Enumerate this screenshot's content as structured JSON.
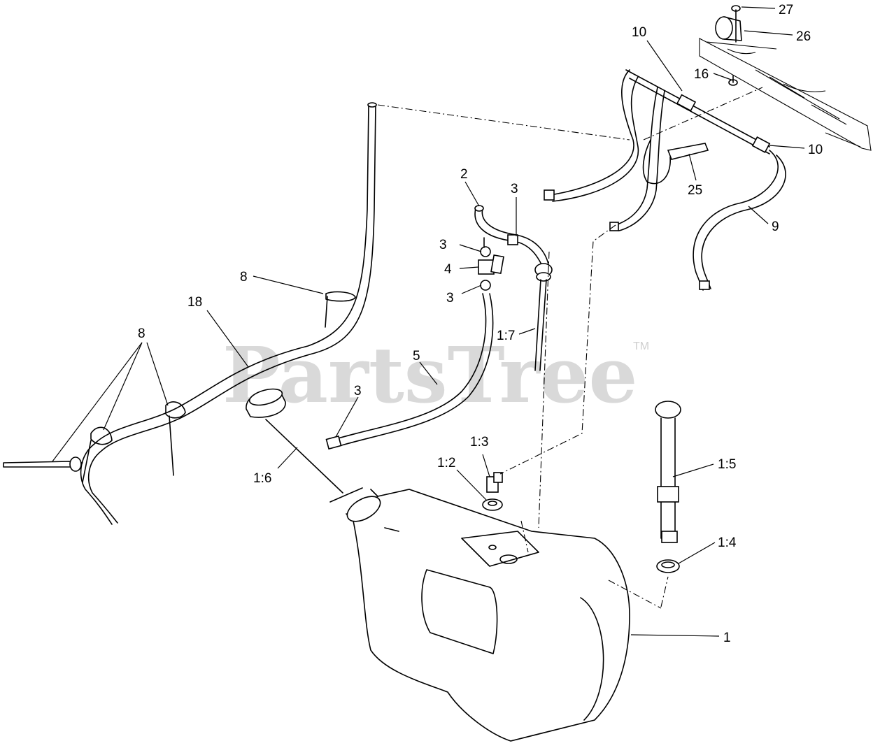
{
  "watermark": {
    "text": "PartsTree",
    "trademark": "TM"
  },
  "callouts": [
    {
      "id": "c27",
      "text": "27"
    },
    {
      "id": "c26",
      "text": "26"
    },
    {
      "id": "c10a",
      "text": "10"
    },
    {
      "id": "c16",
      "text": "16"
    },
    {
      "id": "c10b",
      "text": "10"
    },
    {
      "id": "c25",
      "text": "25"
    },
    {
      "id": "c9",
      "text": "9"
    },
    {
      "id": "c2",
      "text": "2"
    },
    {
      "id": "c3a",
      "text": "3"
    },
    {
      "id": "c3b",
      "text": "3"
    },
    {
      "id": "c4",
      "text": "4"
    },
    {
      "id": "c3c",
      "text": "3"
    },
    {
      "id": "c8a",
      "text": "8"
    },
    {
      "id": "c18",
      "text": "18"
    },
    {
      "id": "c8b",
      "text": "8"
    },
    {
      "id": "c17",
      "text": "1:7"
    },
    {
      "id": "c5",
      "text": "5"
    },
    {
      "id": "c3d",
      "text": "3"
    },
    {
      "id": "c16b",
      "text": "1:6"
    },
    {
      "id": "c13",
      "text": "1:3"
    },
    {
      "id": "c12",
      "text": "1:2"
    },
    {
      "id": "c15",
      "text": "1:5"
    },
    {
      "id": "c14",
      "text": "1:4"
    },
    {
      "id": "c1",
      "text": "1"
    }
  ]
}
